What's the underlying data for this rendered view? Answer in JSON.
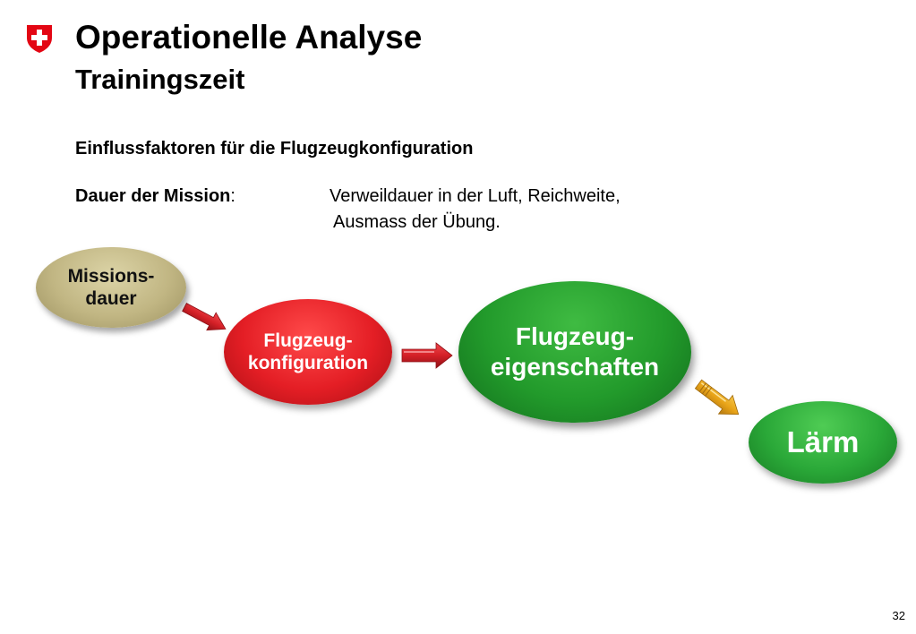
{
  "header": {
    "title": "Operationelle Analyse",
    "subtitle": "Trainingszeit"
  },
  "section": {
    "heading": "Einflussfaktoren für die Flugzeugkonfiguration"
  },
  "definition": {
    "term": "Dauer der Mission",
    "colon": ":",
    "text_line1": "Verweildauer in der Luft, Reichweite,",
    "text_line2": "Ausmass der Übung."
  },
  "diagram": {
    "nodes": [
      {
        "id": "missionsdauer",
        "lines": [
          "Missions-",
          "dauer"
        ],
        "color": "#c1b683"
      },
      {
        "id": "flugzeugkonfiguration",
        "lines": [
          "Flugzeug-",
          "konfiguration"
        ],
        "color": "#e41e25"
      },
      {
        "id": "flugzeugeigenschaften",
        "lines": [
          "Flugzeug-",
          "eigenschaften"
        ],
        "color": "#229a2b"
      },
      {
        "id": "laerm",
        "lines": [
          "Lärm"
        ],
        "color": "#2aa838"
      }
    ],
    "arrows": [
      {
        "from": "missionsdauer",
        "to": "flugzeugkonfiguration",
        "color": "#d42027"
      },
      {
        "from": "flugzeugkonfiguration",
        "to": "flugzeugeigenschaften",
        "color": "#d42027"
      },
      {
        "from": "flugzeugeigenschaften",
        "to": "laerm",
        "color": "#e8a317"
      }
    ]
  },
  "footer": {
    "page_number": "32"
  },
  "colors": {
    "swiss_red": "#e30613"
  }
}
